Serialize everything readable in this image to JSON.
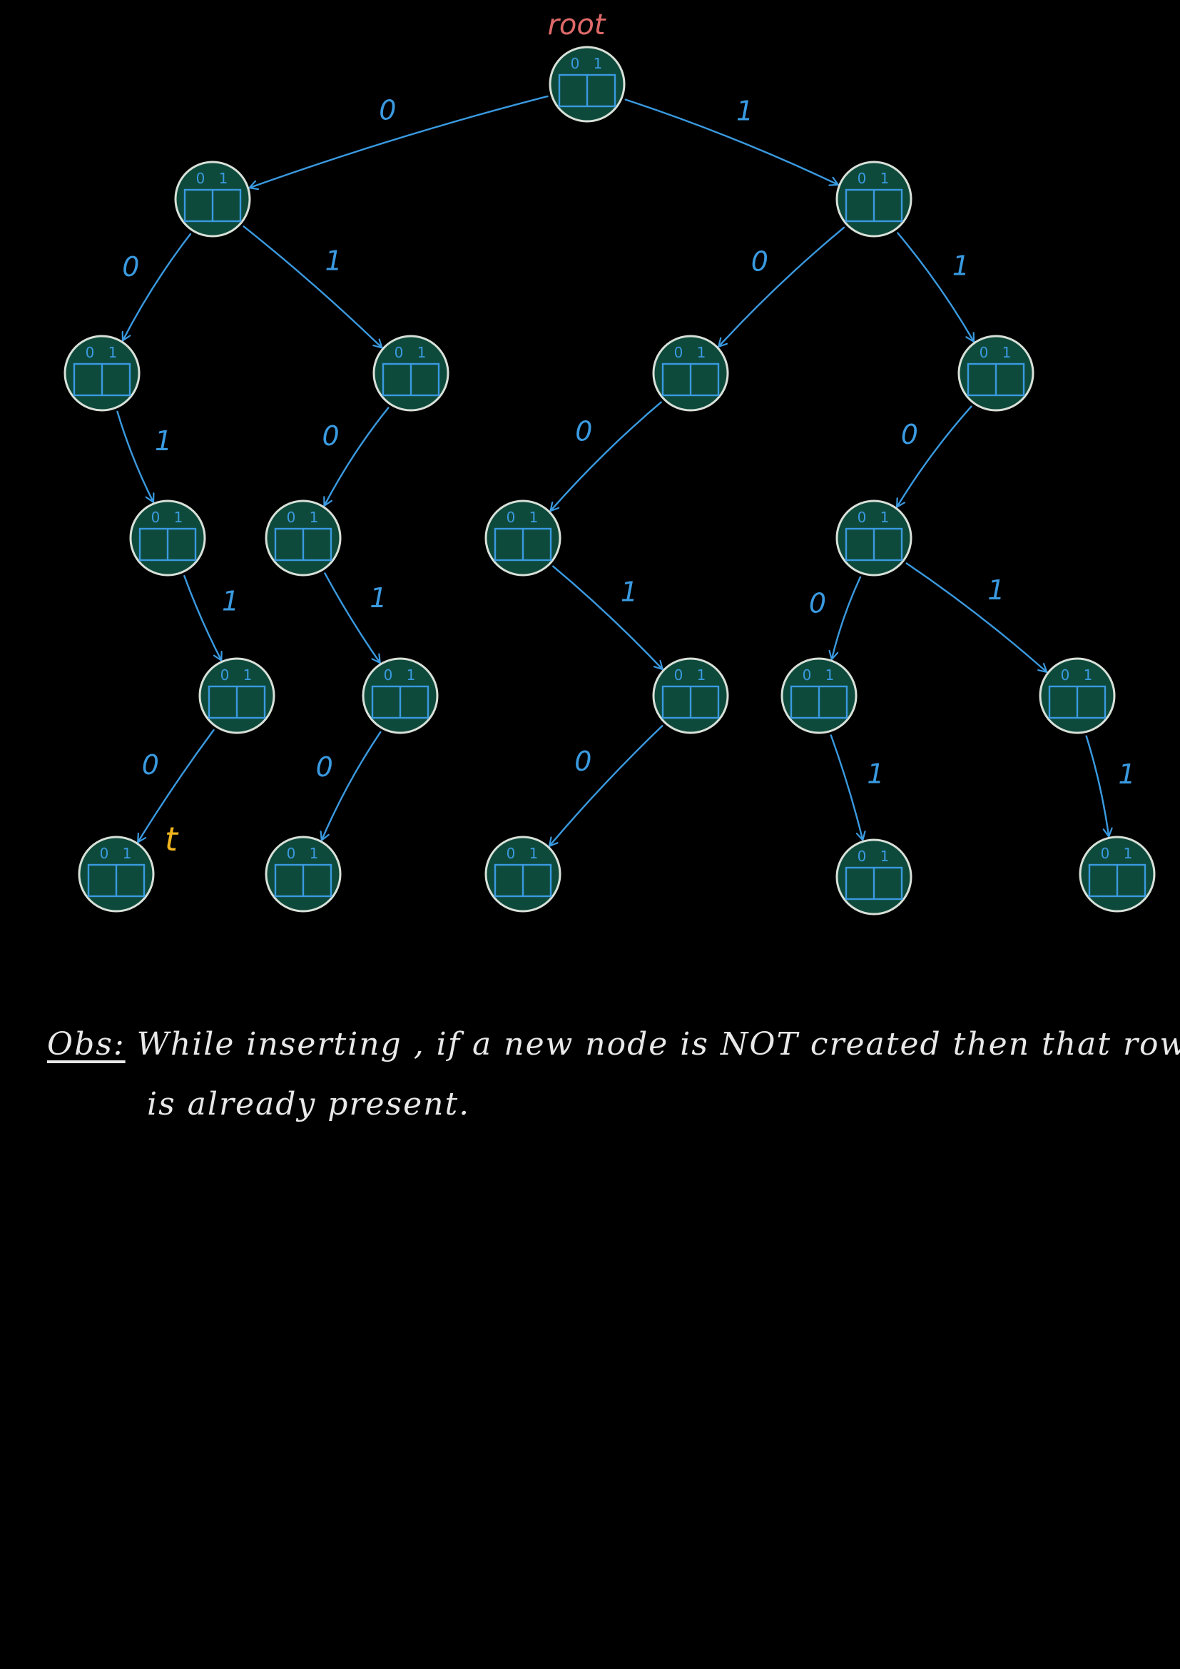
{
  "root_label": "root",
  "pointer_label": "t",
  "node_cell_labels": [
    "0",
    "1"
  ],
  "edge_labels": {
    "left": "0",
    "right": "1"
  },
  "colors": {
    "background": "#000000",
    "node_fill": "#0e4a3c",
    "node_stroke": "#d8e0d8",
    "cells": "#3a9ae0",
    "edge": "#3a9ae0",
    "root_label": "#e06a6a",
    "pointer_label": "#f0b41e",
    "note_text": "#e8e8e8"
  },
  "trie": {
    "nodes": [
      {
        "id": "n0"
      },
      {
        "id": "n1"
      },
      {
        "id": "n2"
      },
      {
        "id": "n3"
      },
      {
        "id": "n4"
      },
      {
        "id": "n5"
      },
      {
        "id": "n6"
      },
      {
        "id": "n7"
      },
      {
        "id": "n8"
      },
      {
        "id": "n9"
      },
      {
        "id": "n10"
      },
      {
        "id": "n11"
      },
      {
        "id": "n12"
      },
      {
        "id": "n13"
      },
      {
        "id": "n14"
      },
      {
        "id": "n15"
      },
      {
        "id": "n16"
      },
      {
        "id": "n17"
      },
      {
        "id": "n18"
      },
      {
        "id": "n19"
      },
      {
        "id": "n20"
      }
    ],
    "edges": [
      {
        "from": "n0",
        "to": "n1",
        "bit": "0"
      },
      {
        "from": "n0",
        "to": "n2",
        "bit": "1"
      },
      {
        "from": "n1",
        "to": "n3",
        "bit": "0"
      },
      {
        "from": "n1",
        "to": "n4",
        "bit": "1"
      },
      {
        "from": "n2",
        "to": "n5",
        "bit": "0"
      },
      {
        "from": "n2",
        "to": "n6",
        "bit": "1"
      },
      {
        "from": "n3",
        "to": "n7",
        "bit": "1"
      },
      {
        "from": "n4",
        "to": "n8",
        "bit": "0"
      },
      {
        "from": "n5",
        "to": "n9",
        "bit": "0"
      },
      {
        "from": "n6",
        "to": "n10",
        "bit": "0"
      },
      {
        "from": "n7",
        "to": "n11",
        "bit": "1"
      },
      {
        "from": "n8",
        "to": "n12",
        "bit": "1"
      },
      {
        "from": "n9",
        "to": "n13",
        "bit": "1"
      },
      {
        "from": "n10",
        "to": "n14",
        "bit": "0"
      },
      {
        "from": "n10",
        "to": "n15",
        "bit": "1"
      },
      {
        "from": "n11",
        "to": "n16",
        "bit": "0"
      },
      {
        "from": "n12",
        "to": "n17",
        "bit": "0"
      },
      {
        "from": "n13",
        "to": "n18",
        "bit": "0"
      },
      {
        "from": "n14",
        "to": "n19",
        "bit": "1"
      },
      {
        "from": "n15",
        "to": "n20",
        "bit": "1"
      }
    ]
  },
  "observation": {
    "label": "Obs:",
    "line1": "While inserting , if a new node is NOT created then that row",
    "line2": "is already present."
  }
}
